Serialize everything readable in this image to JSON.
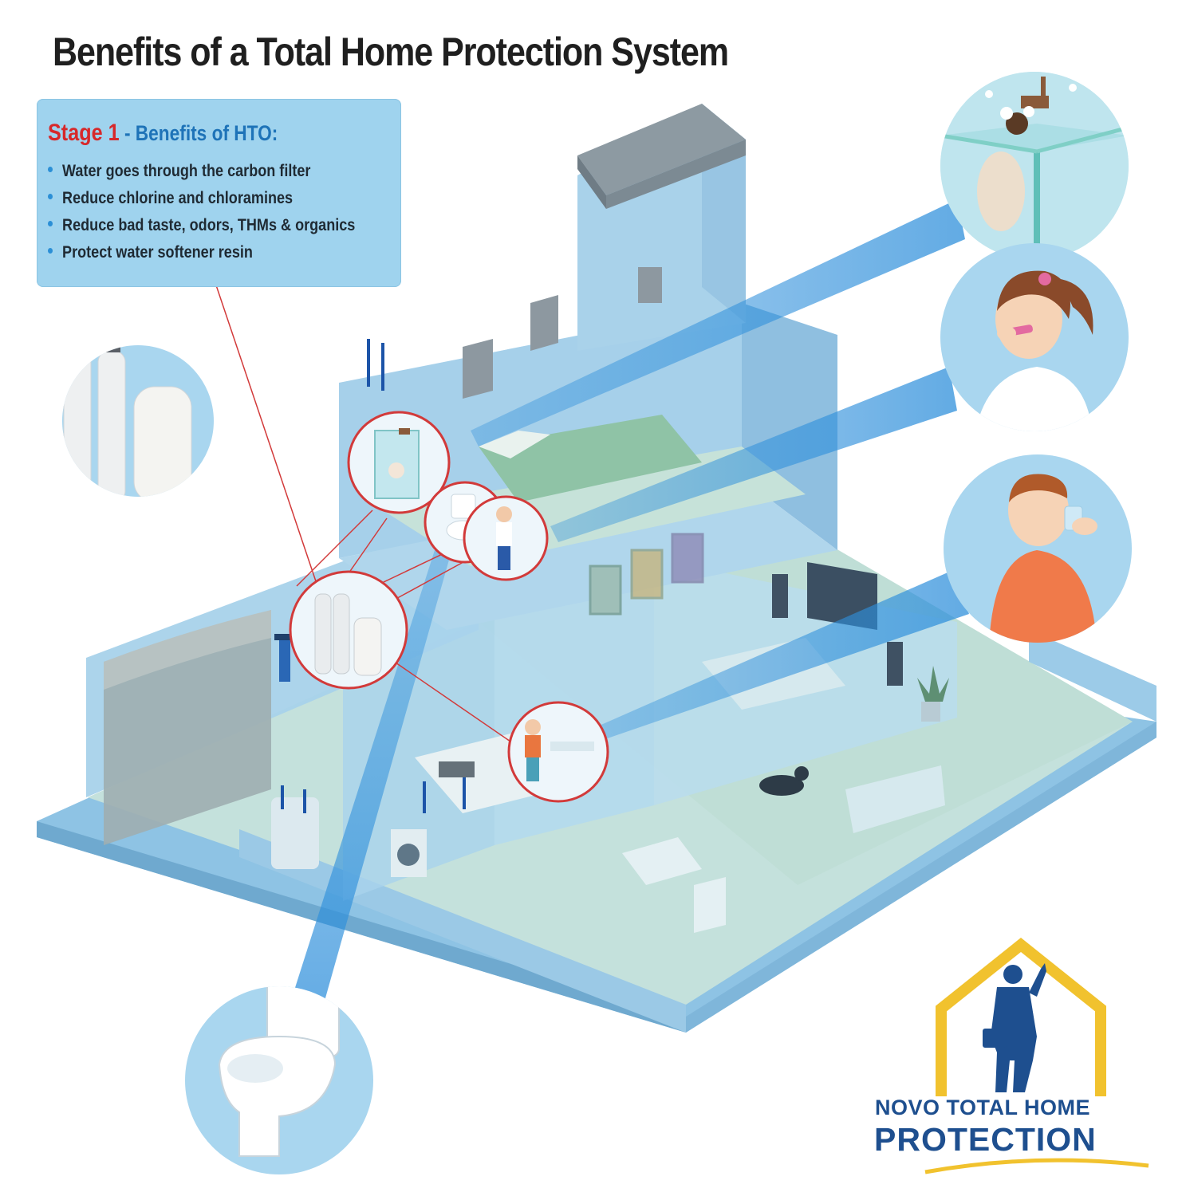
{
  "title": "Benefits of a Total Home Protection System",
  "stage": {
    "label": "Stage 1",
    "separator": " - ",
    "heading": "Benefits of HTO:",
    "benefits": [
      "Water goes through the carbon filter",
      "Reduce chlorine and chloramines",
      "Reduce bad taste, odors, THMs & organics",
      "Protect water softener resin"
    ]
  },
  "logo": {
    "line1": "NOVO TOTAL HOME",
    "line2": "PROTECTION"
  },
  "colors": {
    "stage_box": "#9fd3ee",
    "stage_label": "#d7282a",
    "stage_heading": "#1e73b8",
    "logo_house": "#f1c22e",
    "logo_text": "#1e4f8f",
    "house_wall": "#a9d2ea",
    "house_floor": "#c7e3d8",
    "beam": "#2e8fdb",
    "callout_border": "#d23a3a"
  },
  "icons": [
    "water-filter-system-icon",
    "shower-icon",
    "woman-brushing-teeth-icon",
    "man-drinking-water-icon",
    "toilet-icon",
    "novo-logo-house-icon"
  ]
}
